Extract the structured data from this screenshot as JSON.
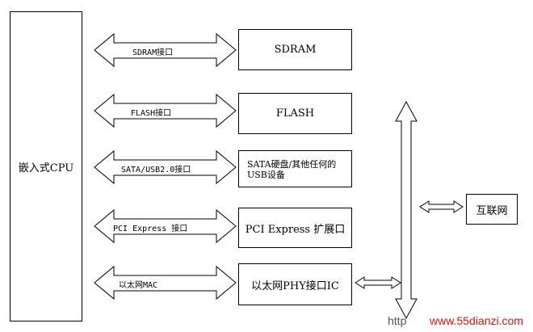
{
  "cpu": {
    "label": "嵌入式CPU"
  },
  "interfaces": [
    {
      "id": "sdram",
      "arrow_label": "SDRAM接口",
      "device_label": "SDRAM"
    },
    {
      "id": "flash",
      "arrow_label": "FLASH接口",
      "device_label": "FLASH"
    },
    {
      "id": "sata",
      "arrow_label": "SATA/USB2.0接口",
      "device_label": "SATA硬盘/其他任何的\nUSB设备"
    },
    {
      "id": "pcie",
      "arrow_label": "PCI Express 接口",
      "device_label": "PCI Express 扩展口"
    },
    {
      "id": "mac",
      "arrow_label": "以太网MAC",
      "device_label": "以太网PHY接口IC"
    }
  ],
  "internet": {
    "label": "互联网"
  },
  "watermark": {
    "prefix": "http",
    "site": "www.55dianzi.com"
  }
}
